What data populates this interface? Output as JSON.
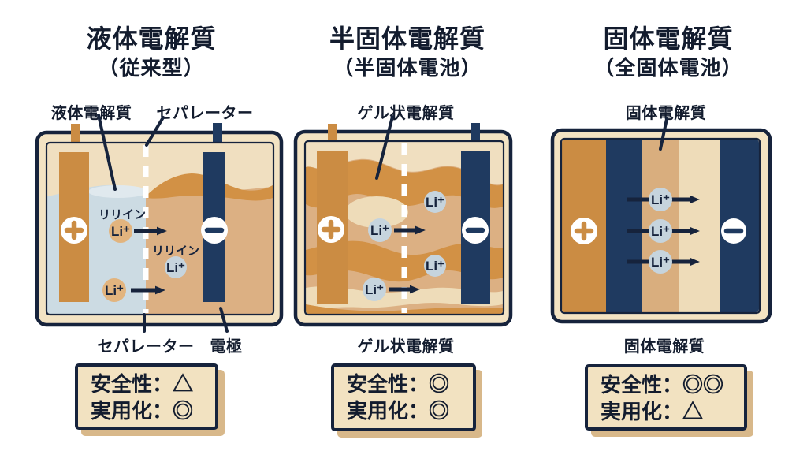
{
  "li_ion": "Li⁺",
  "icons": {
    "plus_terminal": "plus-circle",
    "minus_terminal": "minus-circle",
    "separator": "white-dashed-line"
  },
  "panels": [
    {
      "title": "液体電解質",
      "subtitle": "（従来型）",
      "label_electrolyte_top": "液体電解質",
      "label_separator_top": "セパレーター",
      "label_separator_bottom": "セパレーター",
      "label_electrode_bottom": "電極",
      "annotation_1": "リリイン",
      "annotation_2": "リリイン",
      "rating_safety": "安全性：△",
      "rating_practical": "実用化：◎"
    },
    {
      "title": "半固体電解質",
      "subtitle": "（半固体電池）",
      "label_top": "ゲル状電解質",
      "label_bottom": "ゲル状電解質",
      "rating_safety": "安全性：◎",
      "rating_practical": "実用化：◎"
    },
    {
      "title": "固体電解質",
      "subtitle": "（全固体電池）",
      "label_top": "固体電解質",
      "label_bottom": "固体電解質",
      "rating_safety": "安全性：◎◎",
      "rating_practical": "実用化：△"
    }
  ],
  "colors": {
    "navy": "#1f3a60",
    "border": "#16233c",
    "orange": "#cb8c43",
    "orange_wave": "#d29145",
    "tan": "#dcb083",
    "tan_stripe": "#d9ae7e",
    "cream": "#f3e3c3",
    "inner_cream": "#f0dfc0",
    "cream_stripe": "#eedcb9",
    "light_blue": "#ccdbe3",
    "highlight_blue": "#e0e9ee",
    "ion_blue": "#c6d4dd",
    "ion_tan": "#e2b47e",
    "box_bg": "#f2e2c1",
    "box_shadow": "#d8b88a",
    "text": "#131c2e"
  }
}
